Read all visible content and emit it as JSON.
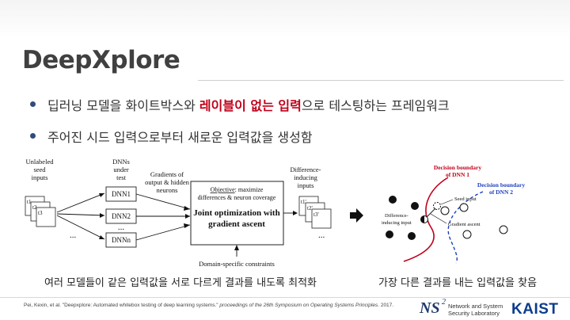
{
  "slide": {
    "title": "DeepXplore",
    "bullets": [
      {
        "pre": "딥러닝 모델을 화이트박스와 ",
        "highlight": "레이블이 없는 입력",
        "post": "으로 테스팅하는 프레임워크"
      },
      {
        "text": "주어진 시드 입력으로부터 새로운 입력값을 생성함"
      }
    ],
    "captions": {
      "left": "여러 모델들이 같은 입력값을 서로 다르게 결과를 내도록 최적화",
      "right": "가장 다른 결과를 내는 입력값을 찾음"
    },
    "colors": {
      "highlight": "#c0001a",
      "title": "#404040",
      "bullet_dot": "#2f4d7a"
    }
  },
  "diagram_left": {
    "unlabeled_label": [
      "Unlabeled",
      "seed",
      "inputs"
    ],
    "seed_items": [
      "t1",
      "t2",
      "t3"
    ],
    "dnns_label": [
      "DNNs",
      "under",
      "test"
    ],
    "dnn_items": [
      "DNN1",
      "DNN2",
      "DNNn"
    ],
    "gradients_label": [
      "Gradients of",
      "output & hidden",
      "neurons"
    ],
    "objective_label": "Objective",
    "objective_text": [
      ": maximize",
      "differences & neuron coverage"
    ],
    "joint_text": [
      "Joint optimization with",
      "gradient ascent"
    ],
    "domain_label": "Domain-specific constraints",
    "difference_label": [
      "Difference-",
      "inducing",
      "inputs"
    ],
    "output_items": [
      "t1'",
      "t2'",
      "t3'"
    ],
    "dots": "..."
  },
  "diagram_right": {
    "boundary1": [
      "Decision boundary",
      "of DNN 1"
    ],
    "boundary2": [
      "Decision boundary",
      "of DNN 2"
    ],
    "seed_input": "Seed input",
    "difference_input": [
      "Difference-",
      "inducing input"
    ],
    "gradient_ascent": "Gradient ascent",
    "colors": {
      "boundary1": "#c0001a",
      "boundary2": "#1f3fc0"
    }
  },
  "footer": {
    "reference_main": "Pei, Kexin, et al. \"Deepxplore: Automated whitebox testing of deep learning systems.\" ",
    "reference_italic": "proceedings of the 26th Symposium on Operating Systems Principles",
    "reference_tail": ". 2017.",
    "ns_logo": "NS",
    "ns_sup": "2",
    "lab_name": [
      "Network and System",
      "Security Laboratory"
    ],
    "kaist": "KAIST"
  }
}
